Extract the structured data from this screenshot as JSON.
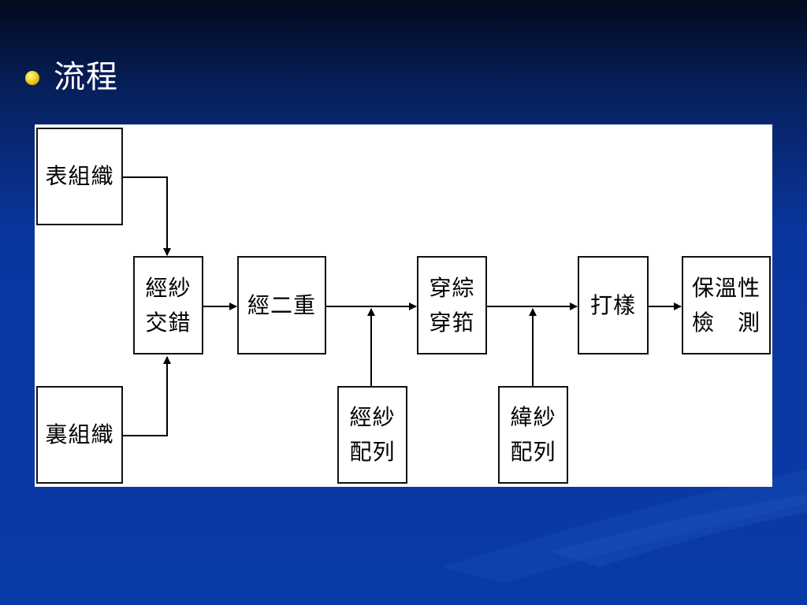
{
  "slide": {
    "title": "流程",
    "bullet_color": "#f3cf1f"
  },
  "diagram": {
    "nodes": {
      "surface_weave": [
        "表組織"
      ],
      "back_weave": [
        "裏組織"
      ],
      "warp_interlace": [
        "經紗",
        "交錯"
      ],
      "double_warp": [
        "經二重"
      ],
      "drawing_in": [
        "穿綜",
        "穿筘"
      ],
      "warp_arrangement": [
        "經紗",
        "配列"
      ],
      "weft_arrangement": [
        "緯紗",
        "配列"
      ],
      "sampling": [
        "打樣"
      ],
      "warmth_test": [
        "保溫性",
        "檢　測"
      ]
    },
    "edges": [
      [
        "surface_weave",
        "warp_interlace"
      ],
      [
        "back_weave",
        "warp_interlace"
      ],
      [
        "warp_interlace",
        "double_warp"
      ],
      [
        "double_warp",
        "drawing_in"
      ],
      [
        "warp_arrangement",
        "double_warp→drawing_in"
      ],
      [
        "drawing_in",
        "sampling"
      ],
      [
        "weft_arrangement",
        "drawing_in→sampling"
      ],
      [
        "sampling",
        "warmth_test"
      ]
    ]
  }
}
